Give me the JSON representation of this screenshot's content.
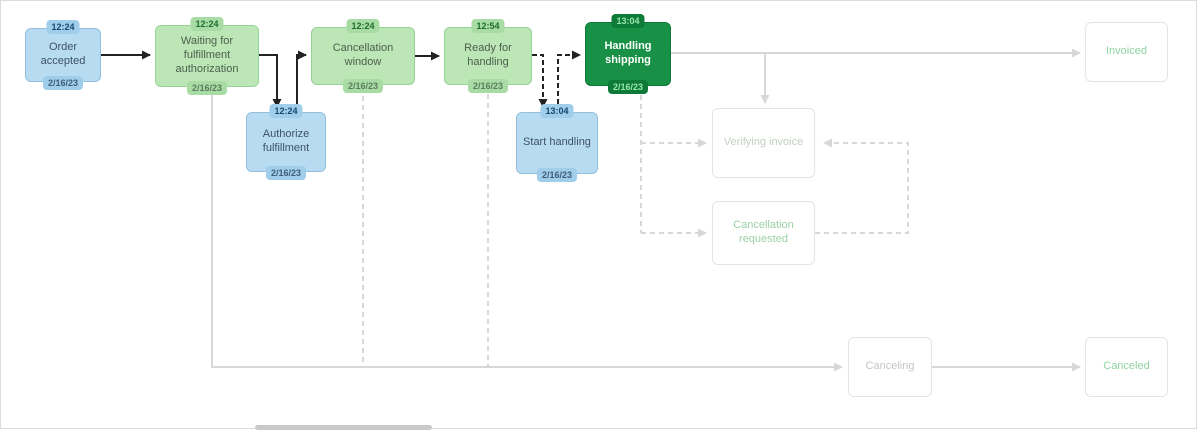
{
  "colors": {
    "state_fill": "#bce6b6",
    "state_border": "#96d395",
    "state_badge": "#a9dca4",
    "state_time_text": "#1c6f2f",
    "event_fill": "#b7dcf2",
    "event_border": "#93bfdd",
    "event_badge": "#9fcdea",
    "event_time_text": "#154a70",
    "current_fill": "#189147",
    "current_border": "#0d7a37",
    "current_badge": "#0d7a37",
    "current_badge_text": "#96e6ae",
    "inactive_border": "#e4e4e4",
    "future_text_green": "#8ed3a0",
    "inactive_text_gray": "#c6c6c6",
    "edge_active": "#222222",
    "edge_inactive": "#d8d8d8"
  },
  "nodes": {
    "order_accepted": {
      "label": "Order accepted",
      "time": "12:24",
      "date": "2/16/23"
    },
    "waiting_fulfillment_authorization": {
      "label": "Waiting for fulfillment authorization",
      "time": "12:24",
      "date": "2/16/23"
    },
    "authorize_fulfillment": {
      "label": "Authorize fulfillment",
      "time": "12:24",
      "date": "2/16/23"
    },
    "cancellation_window": {
      "label": "Cancellation window",
      "time": "12:24",
      "date": "2/16/23"
    },
    "ready_for_handling": {
      "label": "Ready for handling",
      "time": "12:54",
      "date": "2/16/23"
    },
    "start_handling": {
      "label": "Start handling",
      "time": "13:04",
      "date": "2/16/23"
    },
    "handling_shipping": {
      "label": "Handling shipping",
      "time": "13:04",
      "date": "2/16/23"
    },
    "verifying_invoice": {
      "label": "Verifying invoice"
    },
    "cancellation_requested": {
      "label": "Cancellation requested"
    },
    "invoiced": {
      "label": "Invoiced"
    },
    "canceling": {
      "label": "Canceling"
    },
    "canceled": {
      "label": "Canceled"
    }
  }
}
